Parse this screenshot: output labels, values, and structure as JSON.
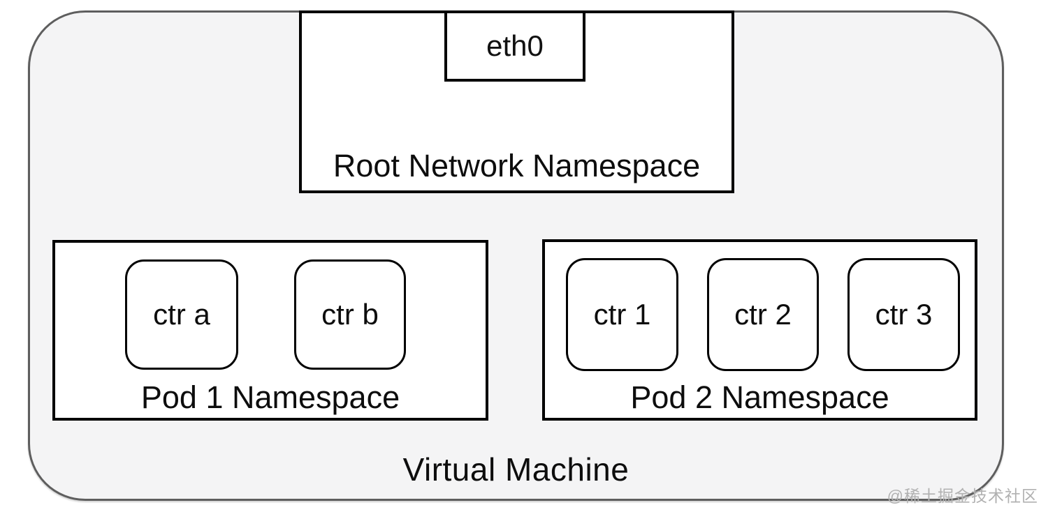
{
  "colors": {
    "vm_fill": "#f4f4f5",
    "vm_border": "#5e5e5e",
    "box_fill": "#ffffff",
    "box_border": "#000000",
    "text": "#0d0d0d",
    "watermark": "#b1b1b1"
  },
  "diagram": {
    "vm": {
      "label": "Virtual Machine"
    },
    "root_namespace": {
      "label": "Root Network Namespace",
      "interface": {
        "label": "eth0"
      }
    },
    "pods": [
      {
        "label": "Pod 1 Namespace",
        "containers": [
          {
            "label": "ctr a"
          },
          {
            "label": "ctr b"
          }
        ]
      },
      {
        "label": "Pod 2 Namespace",
        "containers": [
          {
            "label": "ctr 1"
          },
          {
            "label": "ctr 2"
          },
          {
            "label": "ctr 3"
          }
        ]
      }
    ],
    "watermark": "@稀土掘金技术社区"
  }
}
